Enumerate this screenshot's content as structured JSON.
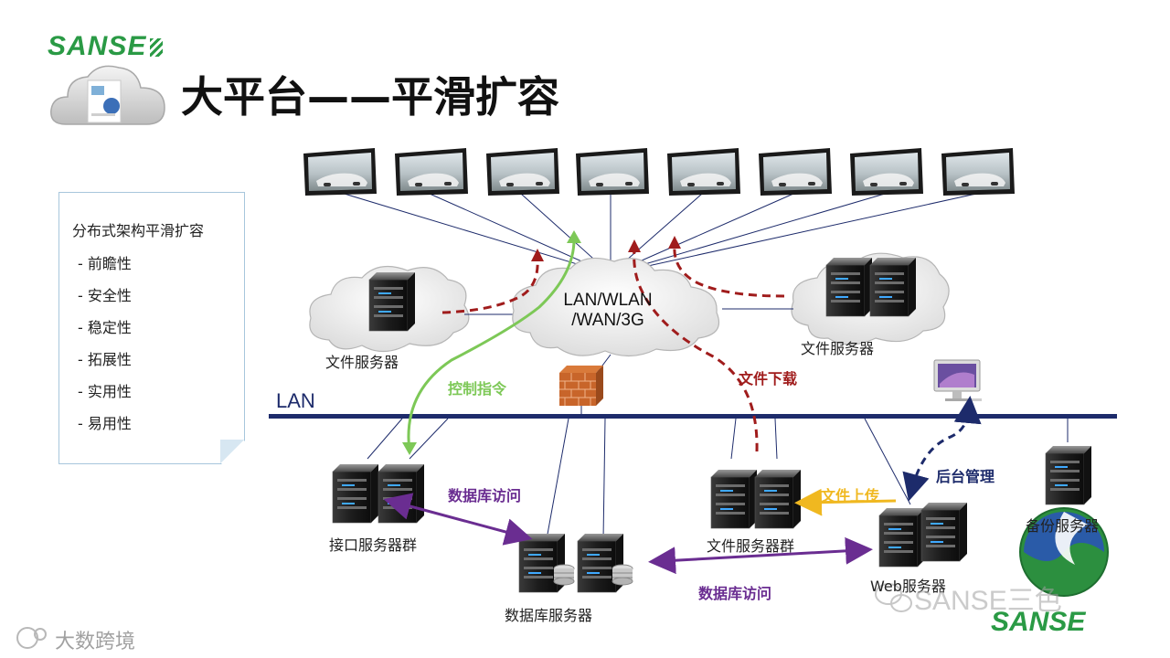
{
  "brand": {
    "logo_text": "SANSE",
    "footer_logo_text": "SANSE"
  },
  "title": "大平台——平滑扩容",
  "note": {
    "heading": "分布式架构平滑扩容",
    "items": [
      "前瞻性",
      "安全性",
      "稳定性",
      "拓展性",
      "实用性",
      "易用性"
    ]
  },
  "network": {
    "cloud_label_line1": "LAN/WLAN",
    "cloud_label_line2": "/WAN/3G",
    "lan_label": "LAN"
  },
  "nodes": {
    "left_file_server": "文件服务器",
    "right_file_server": "文件服务器",
    "interface_cluster": "接口服务器群",
    "database_server": "数据库服务器",
    "file_cluster": "文件服务器群",
    "web_server": "Web服务器",
    "backup_server": "备份服务器"
  },
  "arrows": {
    "control": "控制指令",
    "download": "文件下载",
    "db_access_1": "数据库访问",
    "db_access_2": "数据库访问",
    "upload": "文件上传",
    "admin": "后台管理"
  },
  "colors": {
    "green_arrow": "#7dc857",
    "dark_red_arrow": "#a01c1c",
    "purple_arrow": "#6a2d91",
    "yellow_arrow": "#f0b820",
    "navy_arrow": "#1d2b6b",
    "lan_bus": "#1d2b6b",
    "brand_green": "#2a9a45"
  },
  "watermarks": {
    "bottom_left": "大数跨境",
    "bottom_right": "SANSE三色"
  }
}
